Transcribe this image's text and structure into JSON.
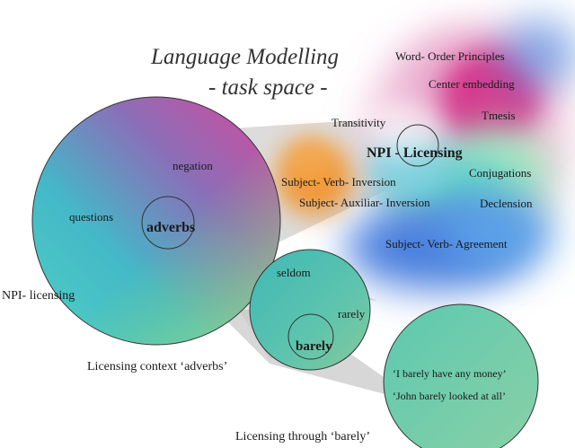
{
  "title": {
    "line1": "Language Modelling",
    "line2": "- task space -"
  },
  "task_space": {
    "tasks": [
      "Word- Order Principles",
      "Center embedding",
      "Tmesis",
      "Transitivity",
      "NPI - Licensing",
      "Conjugations",
      "Declension",
      "Subject- Verb- Inversion",
      "Subject- Auxiliar- Inversion",
      "Subject- Verb- Agreement"
    ]
  },
  "npi_circle": {
    "caption": "NPI- licensing",
    "items": [
      "negation",
      "questions",
      "adverbs"
    ]
  },
  "adverbs_circle": {
    "caption": "Licensing context ‘adverbs’",
    "items": [
      "seldom",
      "rarely",
      "barely"
    ]
  },
  "barely_circle": {
    "caption": "Licensing through ‘barely’",
    "sentences": [
      "‘I barely have any money’",
      "‘John barely looked at all’"
    ]
  },
  "colors": {
    "magenta": "#d0388e",
    "teal": "#4ecdb8",
    "orange": "#f19a3a",
    "blue": "#4a78d8",
    "green": "#8ed36b",
    "cone": "#b8b8b8",
    "outline": "#333333"
  }
}
